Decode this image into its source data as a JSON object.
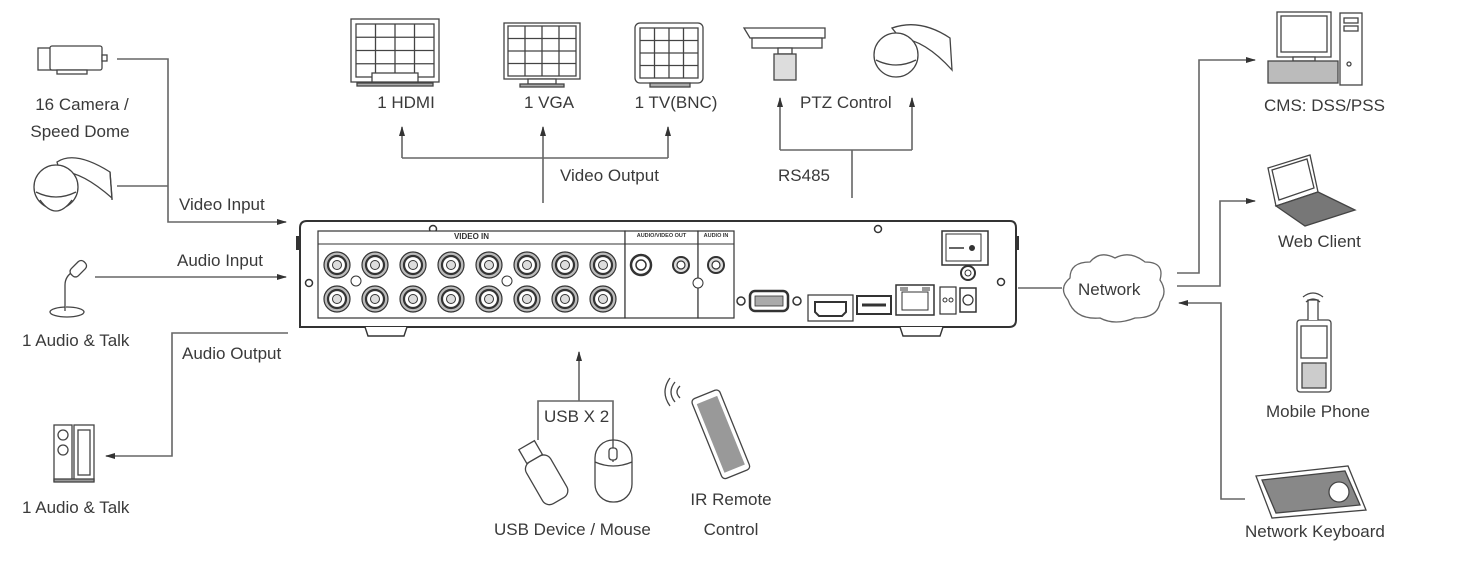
{
  "diagram": {
    "title": "DVR connection diagram",
    "colors": {
      "line": "#555555",
      "text": "#3a3a3a",
      "device": "#444444"
    },
    "left": {
      "camera_label_line1": "16 Camera /",
      "camera_label_line2": "Speed Dome",
      "video_input": "Video  Input",
      "audio_input": "Audio  Input",
      "mic_label": "1 Audio &  Talk",
      "audio_output": "Audio  Output",
      "speaker_label": "1 Audio &  Talk"
    },
    "top": {
      "hdmi": "1 HDMI",
      "vga": "1 VGA",
      "tv": "1 TV(BNC)",
      "video_output": "Video Output",
      "ptz": "PTZ Control",
      "rs485": "RS485"
    },
    "panel": {
      "video_in": "VIDEO   IN",
      "av_out": "AUDIO/VIDEO OUT",
      "audio_in": "AUDIO  IN",
      "bnc_count": 16
    },
    "bottom": {
      "usb": "USB X 2",
      "usb_devices": "USB Device / Mouse",
      "ir_line1": "IR Remote",
      "ir_line2": "Control"
    },
    "right": {
      "network": "Network",
      "cms": "CMS: DSS/PSS",
      "web": "Web Client",
      "mobile": "Mobile Phone",
      "keyboard": "Network Keyboard"
    }
  }
}
